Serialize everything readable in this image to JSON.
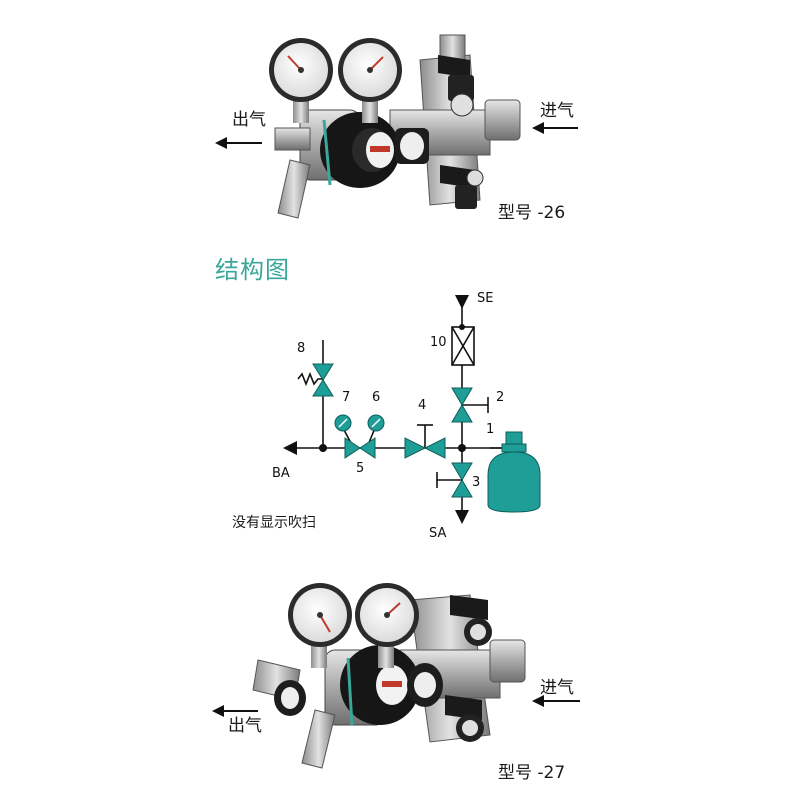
{
  "top_product": {
    "outlet_label": "出气",
    "inlet_label": "进气",
    "model_label": "型号 -26"
  },
  "section": {
    "title": "结构图"
  },
  "schematic": {
    "node_labels": {
      "se": "SE",
      "ba": "BA",
      "sa": "SA",
      "n1": "1",
      "n2": "2",
      "n3": "3",
      "n4": "4",
      "n5": "5",
      "n6": "6",
      "n7": "7",
      "n8": "8",
      "n10": "10"
    },
    "note": "没有显示吹扫",
    "accent_color": "#1f9e98"
  },
  "bottom_product": {
    "outlet_label": "出气",
    "inlet_label": "进气",
    "model_label": "型号 -27"
  }
}
